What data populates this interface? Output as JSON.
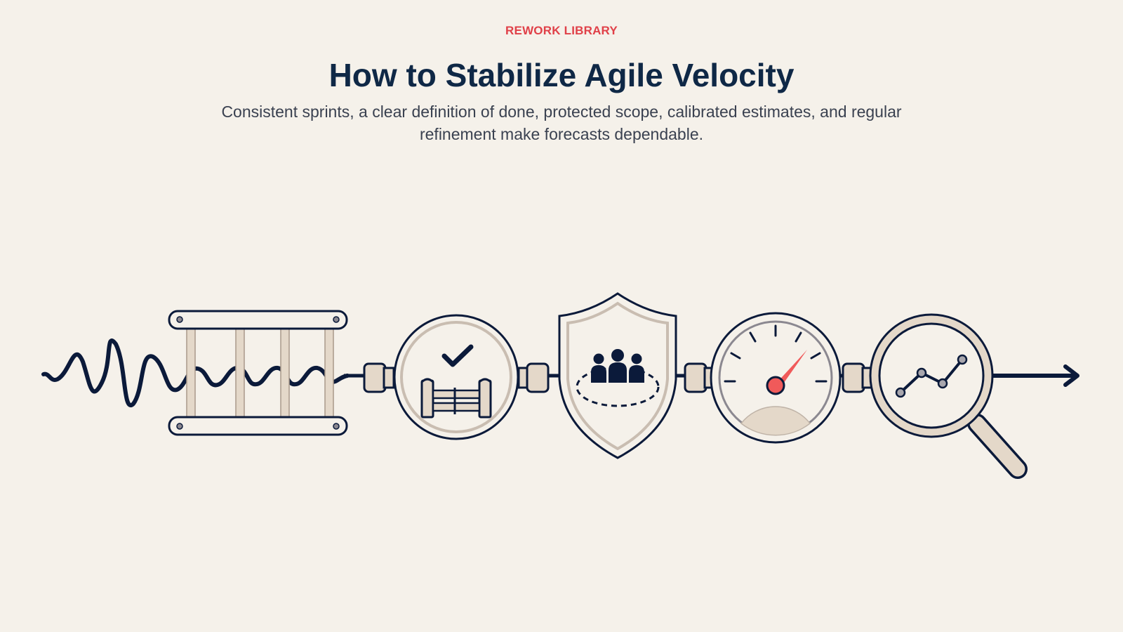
{
  "header": {
    "eyebrow": "REWORK LIBRARY",
    "title": "How to Stabilize Agile Velocity",
    "subtitle": "Consistent sprints, a clear definition of done, protected scope, calibrated estimates, and regular refinement make forecasts dependable."
  },
  "colors": {
    "background": "#f5f1ea",
    "ink": "#0b1a3a",
    "fill": "#e9e0d4",
    "accent": "#f05a5a",
    "eyebrow": "#e04048",
    "title": "#0f2846"
  },
  "diagram": {
    "steps": [
      {
        "icon": "sprint-frame-icon"
      },
      {
        "icon": "checkmark-gate-icon"
      },
      {
        "icon": "team-shield-icon"
      },
      {
        "icon": "gauge-icon"
      },
      {
        "icon": "magnifier-trend-icon"
      }
    ]
  }
}
